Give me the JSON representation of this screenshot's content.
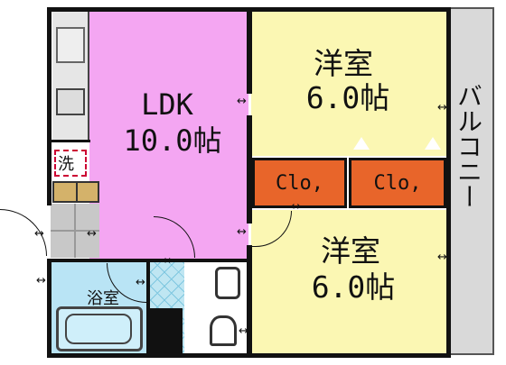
{
  "rooms": {
    "ldk": {
      "name": "LDK",
      "size": "10.0帖",
      "color": "#f4a6f2"
    },
    "western_top": {
      "name": "洋室",
      "size": "6.0帖",
      "color": "#fbf7b3"
    },
    "western_bottom": {
      "name": "洋室",
      "size": "6.0帖",
      "color": "#fbf7b3"
    },
    "closet_left": {
      "label": "Clo,"
    },
    "closet_right": {
      "label": "Clo,"
    },
    "bath": {
      "name": "浴室",
      "color": "#b9e4f5"
    },
    "washer": {
      "label": "洗"
    },
    "balcony": {
      "label": "バルコニー",
      "color": "#d9d9d9"
    }
  },
  "colors": {
    "wall": "#111111",
    "closet": "#e8652a",
    "kitchen_counter": "#d4b26a",
    "entry_floor": "#c8c8c8",
    "toilet_floor": "#bfe6f2"
  },
  "arrow_symbol": "↔"
}
